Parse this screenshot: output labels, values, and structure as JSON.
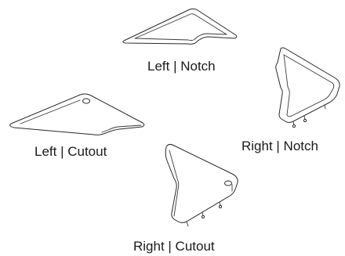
{
  "labels": {
    "left_notch": "Left | Notch",
    "right_notch": "Right | Notch",
    "left_cutout": "Left | Cutout",
    "right_cutout": "Right | Cutout"
  },
  "colors": {
    "line": "#2a2a2a",
    "background": "#ffffff",
    "shade": "#d9d9d9"
  }
}
